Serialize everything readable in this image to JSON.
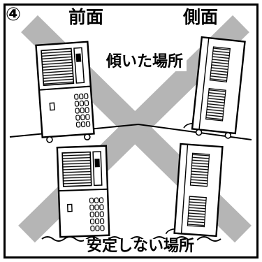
{
  "labels": {
    "number": "④",
    "front": "前面",
    "side": "側面",
    "tilted": "傾いた場所",
    "unstable": "安定しない場所"
  },
  "icons": [
    "large-x-icon",
    "dehumidifier-front",
    "dehumidifier-side"
  ],
  "colors": {
    "x_mark": "#b5b5b5",
    "ink": "#000000",
    "louver": "#3a3a3a"
  }
}
